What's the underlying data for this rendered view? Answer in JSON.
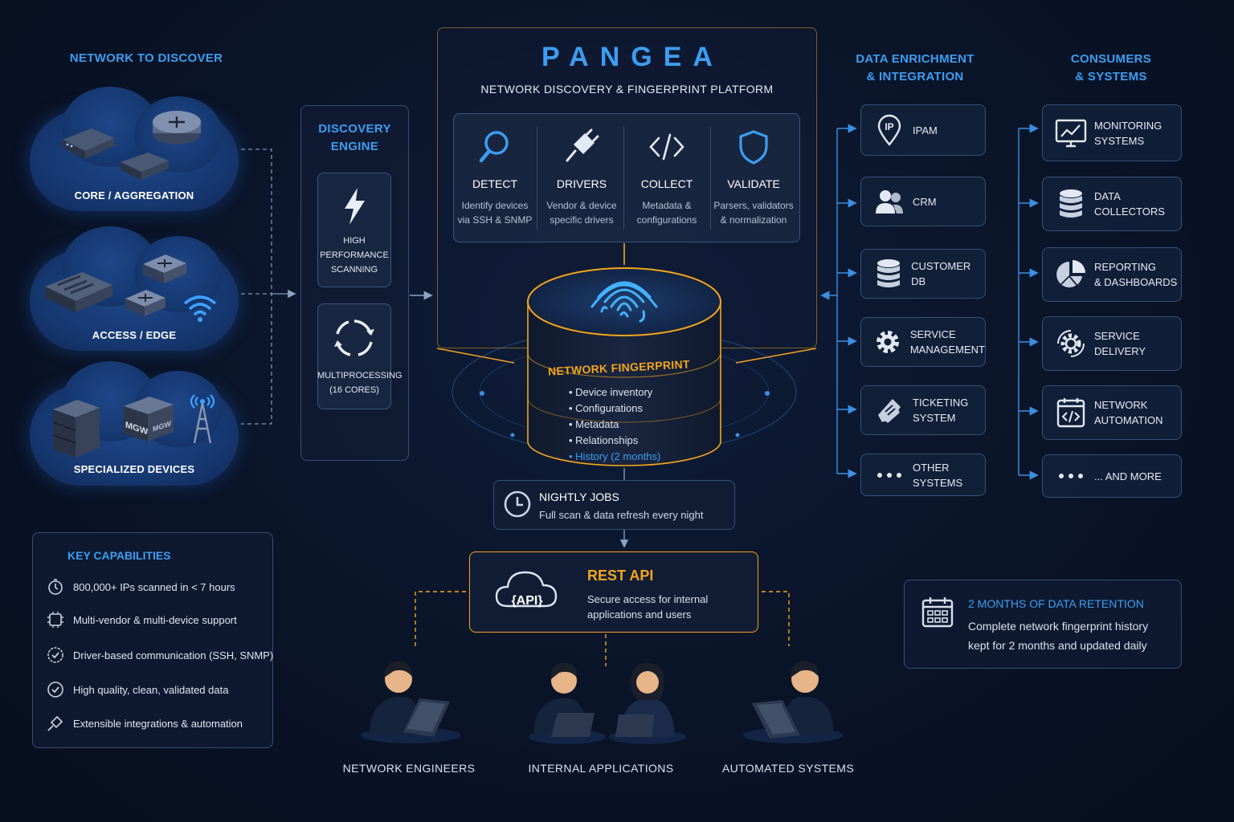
{
  "network": {
    "title": "NETWORK TO DISCOVER",
    "clouds": [
      {
        "label": "CORE / AGGREGATION"
      },
      {
        "label": "ACCESS / EDGE"
      },
      {
        "label": "SPECIALIZED DEVICES",
        "tags": [
          "MGW",
          "MGW"
        ]
      }
    ]
  },
  "engine": {
    "title_line1": "DISCOVERY",
    "title_line2": "ENGINE",
    "items": [
      {
        "lines": [
          "HIGH",
          "PERFORMANCE",
          "SCANNING"
        ],
        "icon": "lightning-icon"
      },
      {
        "lines": [
          "MULTIPROCESSING",
          "(16 CORES)"
        ],
        "icon": "cycle-arrows-icon"
      }
    ]
  },
  "platform": {
    "name": "PANGEA",
    "subtitle": "NETWORK DISCOVERY & FINGERPRINT PLATFORM",
    "features": [
      {
        "title": "DETECT",
        "desc1": "Identify devices",
        "desc2": "via SSH & SNMP",
        "icon": "search-icon"
      },
      {
        "title": "DRIVERS",
        "desc1": "Vendor & device",
        "desc2": "specific drivers",
        "icon": "plug-icon"
      },
      {
        "title": "COLLECT",
        "desc1": "Metadata &",
        "desc2": "configurations",
        "icon": "code-icon"
      },
      {
        "title": "VALIDATE",
        "desc1": "Parsers, validators",
        "desc2": "& normalization",
        "icon": "shield-icon"
      }
    ]
  },
  "fingerprint": {
    "title": "NETWORK FINGERPRINT",
    "items": [
      "Device inventory",
      "Configurations",
      "Metadata",
      "Relationships"
    ],
    "history": "History (2 months)"
  },
  "nightly": {
    "title": "NIGHTLY JOBS",
    "desc": "Full scan & data refresh every night"
  },
  "api": {
    "badge": "{API}",
    "title": "REST API",
    "desc1": "Secure access for internal",
    "desc2": "applications and users"
  },
  "people": [
    {
      "label": "NETWORK ENGINEERS"
    },
    {
      "label": "INTERNAL APPLICATIONS"
    },
    {
      "label": "AUTOMATED SYSTEMS"
    }
  ],
  "enrichment": {
    "title_line1": "DATA ENRICHMENT",
    "title_line2": "& INTEGRATION",
    "items": [
      {
        "line1": "IPAM",
        "line2": "",
        "icon": "ip-pin-icon"
      },
      {
        "line1": "CRM",
        "line2": "",
        "icon": "users-icon"
      },
      {
        "line1": "CUSTOMER DB",
        "line2": "",
        "icon": "database-icon"
      },
      {
        "line1": "SERVICE",
        "line2": "MANAGEMENT",
        "icon": "gear-icon"
      },
      {
        "line1": "TICKETING",
        "line2": "SYSTEM",
        "icon": "ticket-icon"
      },
      {
        "line1": "OTHER",
        "line2": "SYSTEMS",
        "icon": "more-dots-icon"
      }
    ]
  },
  "consumers": {
    "title_line1": "CONSUMERS",
    "title_line2": "& SYSTEMS",
    "items": [
      {
        "line1": "MONITORING",
        "line2": "SYSTEMS",
        "icon": "monitor-chart-icon"
      },
      {
        "line1": "DATA",
        "line2": "COLLECTORS",
        "icon": "database-icon"
      },
      {
        "line1": "REPORTING",
        "line2": "& DASHBOARDS",
        "icon": "pie-chart-icon"
      },
      {
        "line1": "SERVICE",
        "line2": "DELIVERY",
        "icon": "gear-cycle-icon"
      },
      {
        "line1": "NETWORK",
        "line2": "AUTOMATION",
        "icon": "code-doc-icon"
      },
      {
        "line1": "... AND MORE",
        "line2": "",
        "icon": "more-dots-icon"
      }
    ]
  },
  "capabilities": {
    "title": "KEY CAPABILITIES",
    "items": [
      {
        "text": "800,000+ IPs scanned in < 7 hours",
        "icon": "stopwatch-icon"
      },
      {
        "text": "Multi-vendor & multi-device support",
        "icon": "chip-icon"
      },
      {
        "text": "Driver-based communication (SSH, SNMP)",
        "icon": "check-badge-icon"
      },
      {
        "text": "High quality, clean, validated data",
        "icon": "check-circle-icon"
      },
      {
        "text": "Extensible integrations & automation",
        "icon": "plug-icon"
      }
    ]
  },
  "retention": {
    "title": "2 MONTHS OF DATA RETENTION",
    "desc1": "Complete network fingerprint history",
    "desc2": "kept for 2 months and updated daily"
  },
  "colors": {
    "accent_blue": "#3d9df0",
    "accent_orange": "#f4a51c",
    "bg": "#0a1428"
  }
}
